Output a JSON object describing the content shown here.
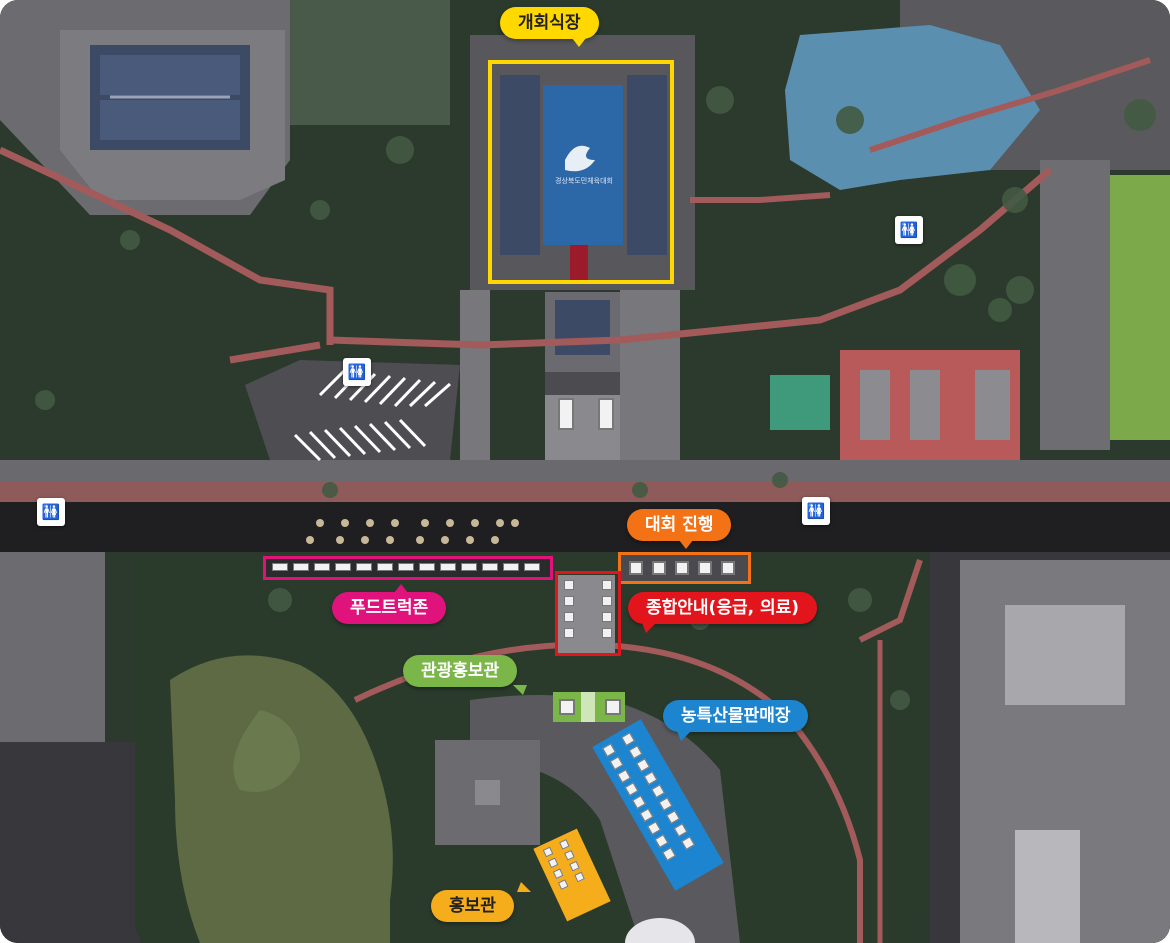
{
  "map": {
    "labels": {
      "opening_ceremony": "개회식장",
      "competition_ops": "대회 진행",
      "food_truck_zone": "푸드트럭존",
      "info_center": "종합안내(응급, 의료)",
      "tourism_promo": "관광홍보관",
      "agri_market": "농특산물판매장",
      "promo_hall": "홍보관"
    },
    "stadium_logo_text": "경상북도민체육대회",
    "icons": {
      "restroom": "restroom-icon"
    },
    "colors": {
      "opening_ceremony": "#ffd800",
      "competition_ops": "#f47216",
      "food_truck_zone": "#e0127c",
      "info_center": "#e2151c",
      "tourism_promo": "#7ab648",
      "agri_market": "#1d84cf",
      "promo_hall": "#f5ad1b"
    }
  }
}
